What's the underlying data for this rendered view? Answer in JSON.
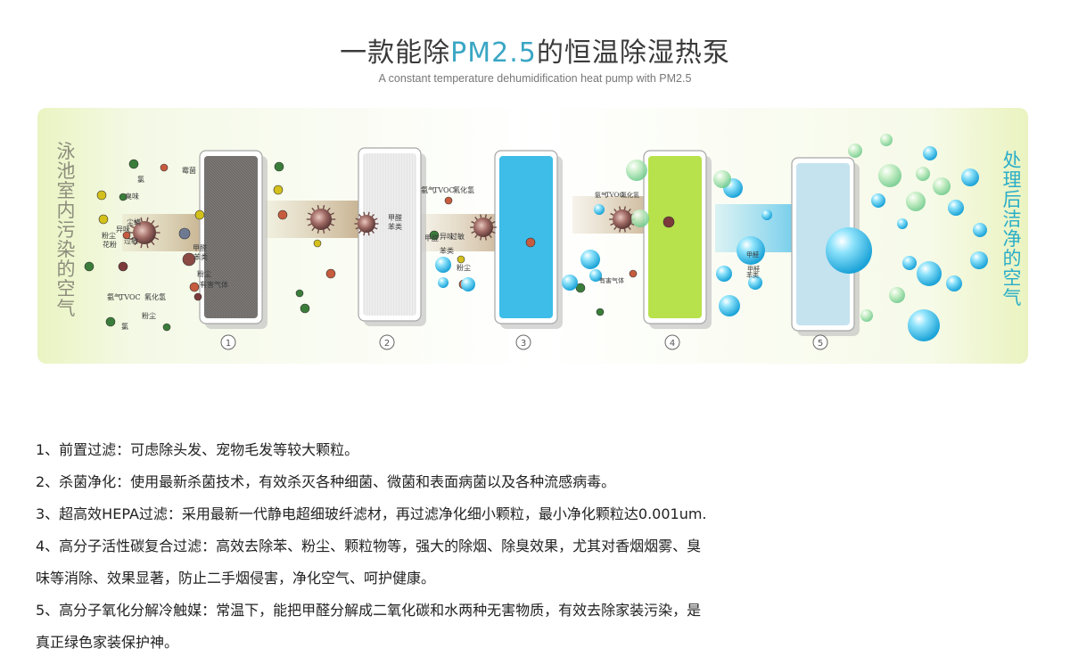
{
  "header": {
    "title_pre": "一款能除",
    "title_accent": "PM2.5",
    "title_post": "的恒温除湿热泵",
    "subtitle": "A constant temperature dehumidification heat pump with PM2.5",
    "accent_color": "#3aa6c4"
  },
  "diagram": {
    "left_label": "泳池室内污染的空气",
    "right_label": "处理后洁净的空气",
    "filter_colors": [
      "#7d7a78",
      "#ececec",
      "#3dbde8",
      "#b7e24b",
      "#c5e3ef"
    ],
    "filter_numbers": [
      "1",
      "2",
      "3",
      "4",
      "5"
    ],
    "pollutant_labels": {
      "set1": [
        "霉菌",
        "氯",
        "臭味",
        "尘螨",
        "异味",
        "过敏",
        "粉尘",
        "花粉",
        "甲醛",
        "苯类",
        "粉尘",
        "有害气体",
        "氨气",
        "TVOC",
        "氟化氢",
        "粉尘",
        "氯"
      ],
      "set2": [
        "甲醛",
        "苯类"
      ],
      "set3": [
        "氨气",
        "TVOC",
        "氟化氢",
        "异味",
        "过敏",
        "甲醛",
        "苯类",
        "粉尘"
      ],
      "set4": [
        "氨气",
        "TVOC",
        "氟化氢",
        "甲醛",
        "有害气体",
        "甲醛",
        "苯类"
      ]
    }
  },
  "list": [
    "1、前置过滤：可虑除头发、宠物毛发等较大颗粒。",
    "2、杀菌净化：使用最新杀菌技术，有效杀灭各种细菌、微菌和表面病菌以及各种流感病毒。",
    "3、超高效HEPA过滤：采用最新一代静电超细玻纤滤材，再过滤净化细小颗粒，最小净化颗粒达0.001um.",
    "4、高分子活性碳复合过滤：高效去除苯、粉尘、颗粒物等，强大的除烟、除臭效果，尤其对香烟烟雾、臭",
    "味等消除、效果显著，防止二手烟侵害，净化空气、呵护健康。",
    "5、高分子氧化分解冷触媒：常温下，能把甲醛分解成二氧化碳和水两种无害物质，有效去除家装污染，是",
    "真正绿色家装保护神。"
  ]
}
